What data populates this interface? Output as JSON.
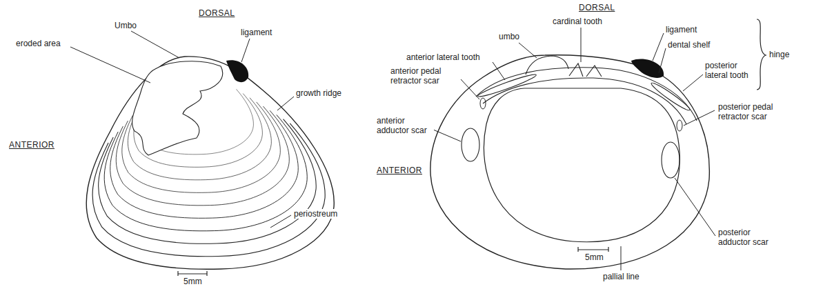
{
  "diagram": {
    "labels": [
      "DORSAL",
      "Umbo",
      "eroded area",
      "ligament",
      "growth ridge",
      "ANTERIOR",
      "periostreum",
      "5mm",
      "DORSAL",
      "cardinal tooth",
      "umbo",
      "ligament",
      "dental shelf",
      "hinge",
      "anterior lateral tooth",
      "anterior pedal retractor scar",
      "posterior lateral tooth",
      "anterior adductor scar",
      "ANTERIOR",
      "posterior pedal retractor scar",
      "posterior adductor scar",
      "pallial line",
      "5mm"
    ]
  }
}
